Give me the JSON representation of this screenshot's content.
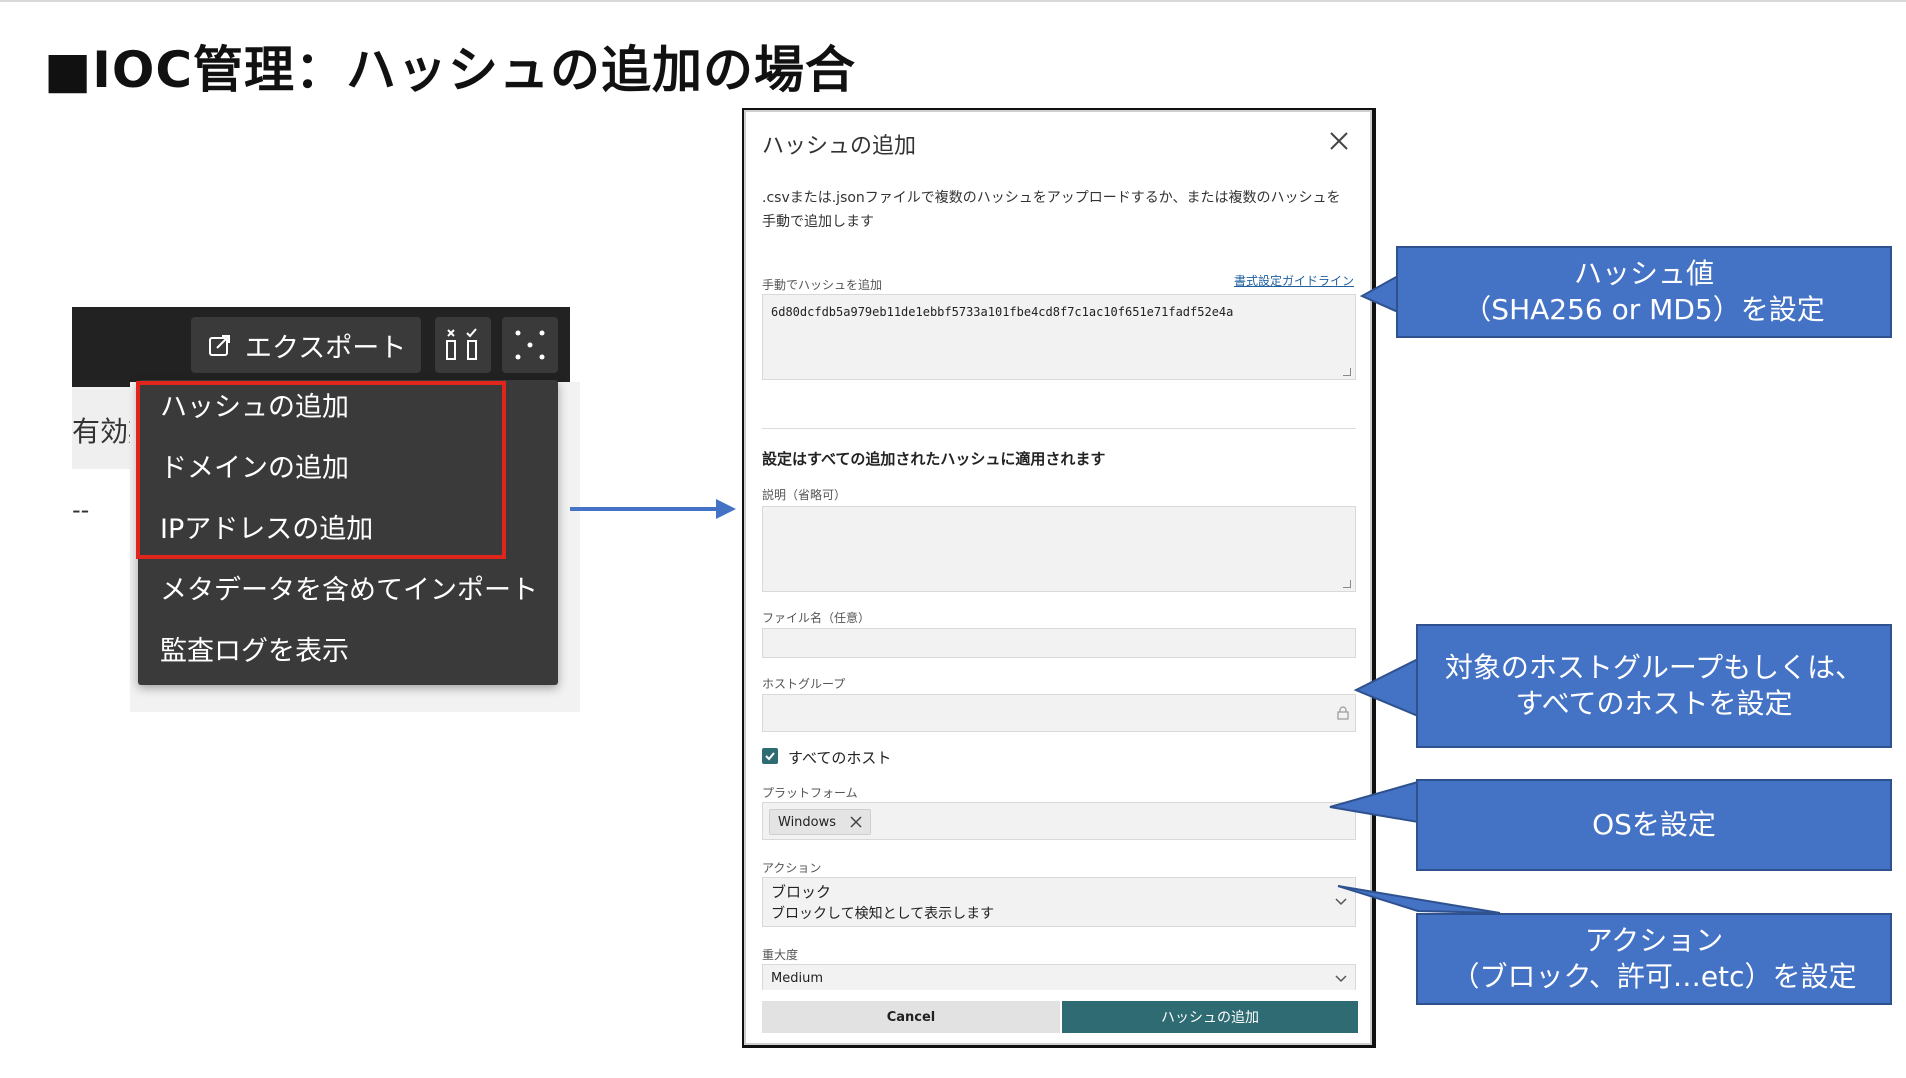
{
  "slide": {
    "title": "■IOC管理：ハッシュの追加の場合"
  },
  "toolbar": {
    "export_label": "エクスポート",
    "columns_icon": "columns-select-icon",
    "more_icon": "dots-icon",
    "bg_row_text": "有効期",
    "dash_text": "--"
  },
  "menu": {
    "items": [
      "ハッシュの追加",
      "ドメインの追加",
      "IPアドレスの追加",
      "メタデータを含めてインポート",
      "監査ログを表示"
    ]
  },
  "dialog": {
    "title": "ハッシュの追加",
    "description": ".csvまたは.jsonファイルで複数のハッシュをアップロードするか、または複数のハッシュを手動で追加します",
    "manual_label": "手動でハッシュを追加",
    "format_link": "書式設定ガイドライン",
    "hash_value": "6d80dcfdb5a979eb11de1ebbf5733a101fbe4cd8f7c1ac10f651e71fadf52e4a",
    "section_heading": "設定はすべての追加されたハッシュに適用されます",
    "description_label": "説明（省略可）",
    "filename_label": "ファイル名（任意）",
    "hostgroup_label": "ホストグループ",
    "all_hosts_label": "すべてのホスト",
    "platform_label": "プラットフォーム",
    "platform_chip": "Windows",
    "action_label": "アクション",
    "action_value": "ブロック",
    "action_sub": "ブロックして検知として表示します",
    "severity_label": "重大度",
    "severity_value": "Medium",
    "cancel_label": "Cancel",
    "submit_label": "ハッシュの追加"
  },
  "callouts": {
    "hash_line1": "ハッシュ値",
    "hash_line2": "（SHA256 or MD5）を設定",
    "host_line1": "対象のホストグループもしくは、",
    "host_line2": "すべてのホストを設定",
    "os": "OSを設定",
    "action_line1": "アクション",
    "action_line2": "（ブロック、許可…etc）を設定"
  },
  "colors": {
    "accent": "#2e6b73",
    "callout": "#4472c4",
    "highlight": "#e0261c",
    "toolbar": "#222222",
    "menu": "#3a3a3a"
  }
}
